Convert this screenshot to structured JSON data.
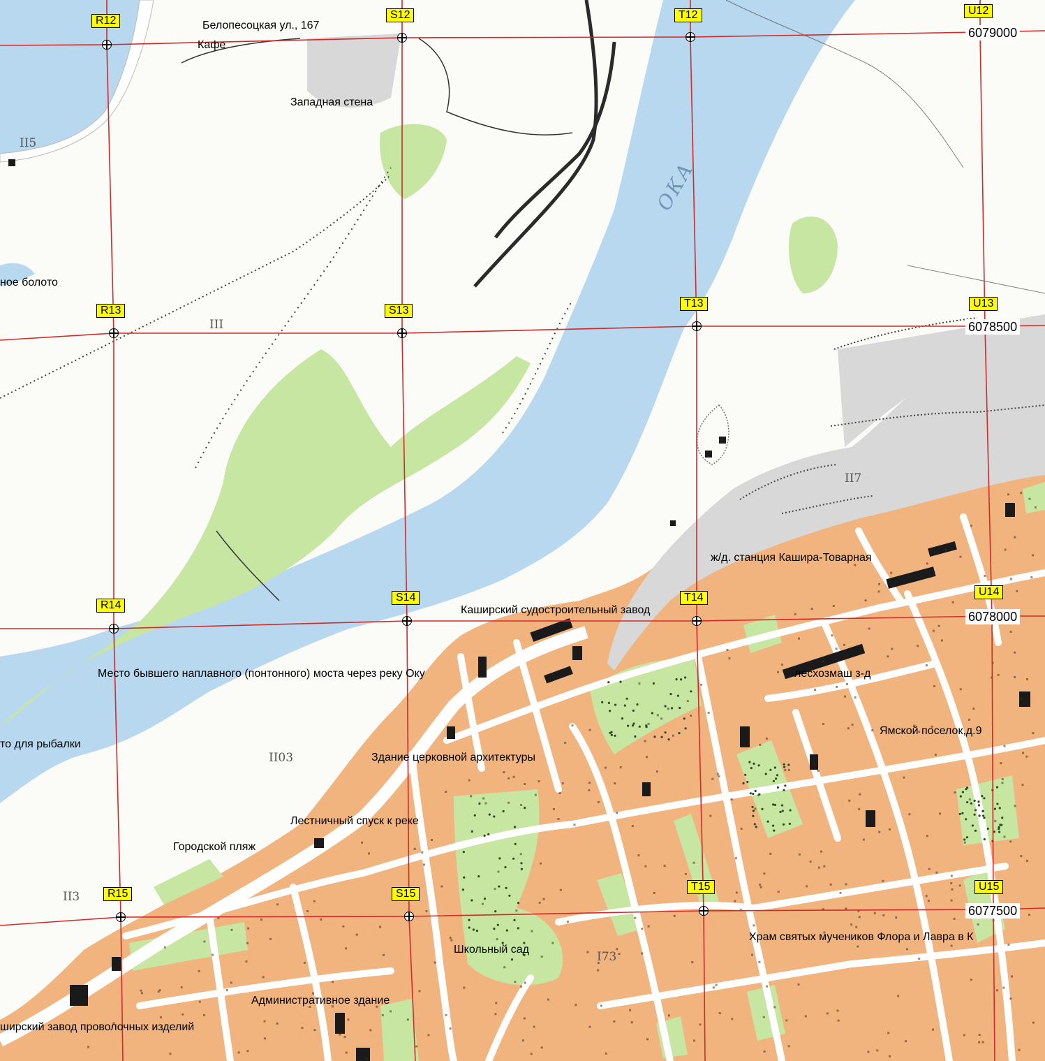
{
  "colors": {
    "water": "#b7d8ee",
    "urban": "#f1b47f",
    "green": "#c6e6a2",
    "industrial": "#d8d8d8",
    "grid": "#d22a2a",
    "road": "#ffffff",
    "building": "#1a1a1a",
    "tag_bg": "#ffff00"
  },
  "map": {
    "river_name": "ОКА",
    "sheet_numbers": [
      "II5",
      "III",
      "II7",
      "II03",
      "II3",
      "I73"
    ]
  },
  "grid": {
    "tags": [
      "R12",
      "S12",
      "T12",
      "U12",
      "R13",
      "S13",
      "T13",
      "U13",
      "R14",
      "S14",
      "T14",
      "U14",
      "R15",
      "S15",
      "T15",
      "U15"
    ],
    "coordinates": [
      "6079000",
      "6078500",
      "6078000",
      "6077500"
    ]
  },
  "labels": {
    "belopesotskaya": "Белопесоцкая ул., 167",
    "cafe": "Кафе",
    "west_wall": "Западная стена",
    "swamp": "ное болото",
    "railway_station": "ж/д. станция Кашира-Товарная",
    "shipyard": "Каширский судостроительный завод",
    "pontoon_bridge": "Место бывшего наплавного (понтонного) моста через реку Оку",
    "leskhozmash": "лесхозмаш з-д",
    "yamskoy": "Ямской поселок,д.9",
    "fishing": "то для рыбалки",
    "church_building": "Здание церковной архитектуры",
    "stairs": "Лестничный спуск к реке",
    "beach": "Городской пляж",
    "temple": "Храм святых мучеников Флора и Лавра в К",
    "school_garden": "Школьный сад",
    "admin_building": "Административное здание",
    "wire_plant": "ширский завод проволочных изделий"
  }
}
